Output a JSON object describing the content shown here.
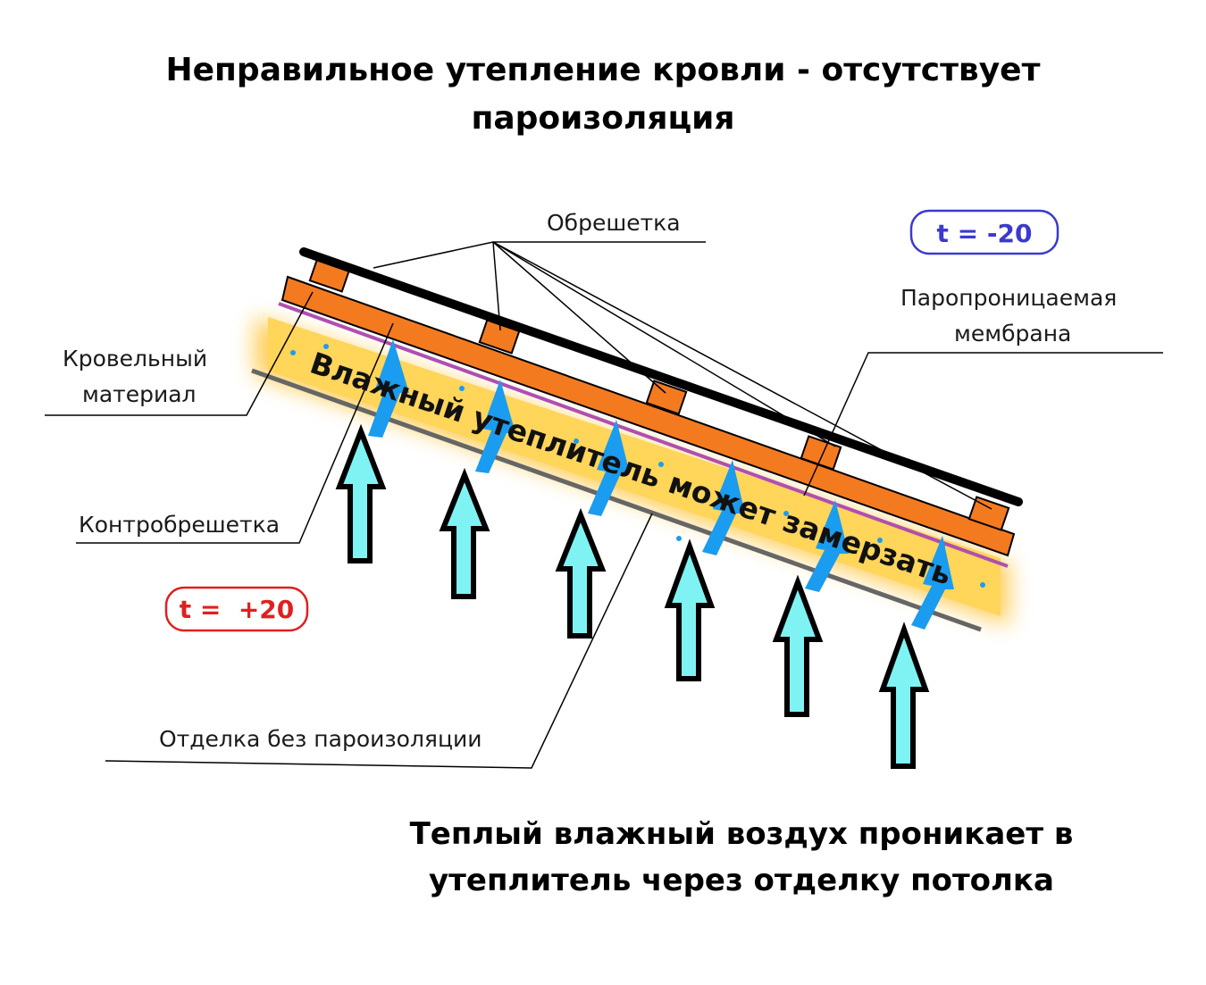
{
  "title": {
    "line1": "Неправильное утепление кровли - отсутствует",
    "line2": "пароизоляция"
  },
  "labels": {
    "obreshetka": "Обрешетка",
    "krovelny_line1": "Кровельный",
    "krovelny_line2": "материал",
    "membrana_line1": "Паропроницаемая",
    "membrana_line2": "мембрана",
    "kontrobreshetka": "Контробрешетка",
    "otdelka": "Отделка без пароизоляции",
    "insulation_text": "Влажный утеплитель может замерзать"
  },
  "temperatures": {
    "outside": "t = -20",
    "inside": "t =  +20"
  },
  "caption": {
    "line1": "Теплый влажный воздух проникает в",
    "line2": "утеплитель через отделку потолка"
  },
  "colors": {
    "roofing": "#000000",
    "batten": "#f47a20",
    "counter_batten": "#f47a20",
    "membrane": "#b04fb0",
    "insulation": "#ffc94a",
    "finish": "#666666",
    "air_arrow": "#7ff3f3",
    "vapor_arrow": "#1a9cf0",
    "outside_temp": "#3a3ad0",
    "inside_temp": "#e02020"
  },
  "icons": {
    "air_arrows": "up-arrow-outlined",
    "vapor_arrows": "up-arrow-blue"
  }
}
